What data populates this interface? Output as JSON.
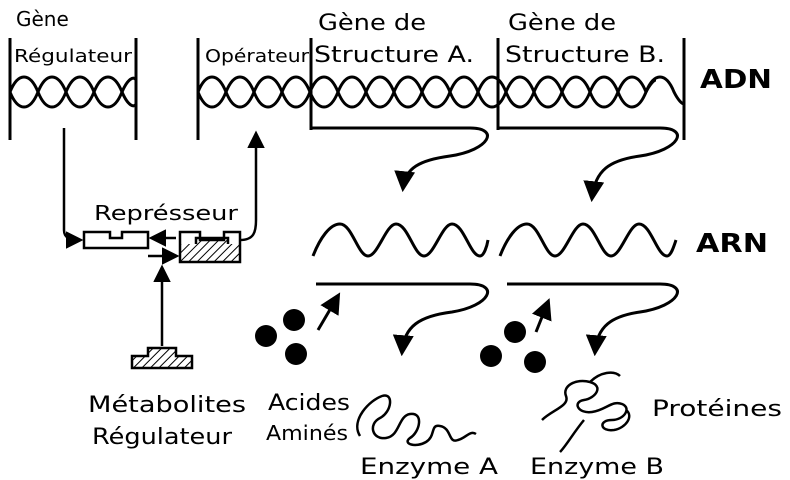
{
  "labels": {
    "gene_regulateur_line1": "Gène",
    "gene_regulateur_line2": "Régulateur",
    "operateur": "Opérateur",
    "gene_structure_a_line1": "Gène de",
    "gene_structure_a_line2": "Structure A.",
    "gene_structure_b_line1": "Gène de",
    "gene_structure_b_line2": "Structure B.",
    "adn": "ADN",
    "arn": "ARN",
    "represseur": "Représseur",
    "metabolites_line1": "Métabolites",
    "metabolites_line2": "Régulateur",
    "acides_line1": "Acides",
    "acides_line2": "Aminés",
    "enzyme_a": "Enzyme A",
    "enzyme_b": "Enzyme B",
    "proteines": "Protéines"
  },
  "colors": {
    "ink": "#000000",
    "paper": "#ffffff"
  }
}
